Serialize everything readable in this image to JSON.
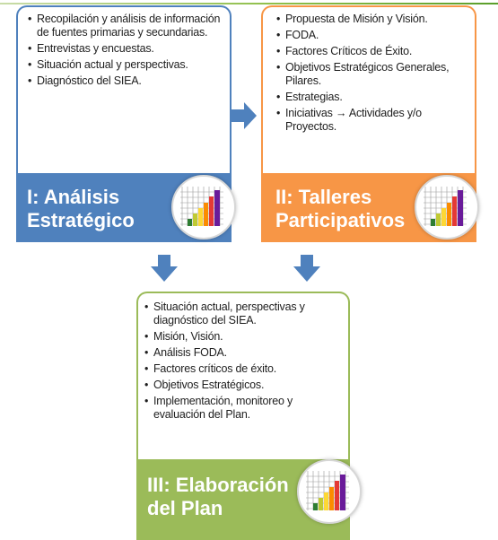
{
  "phases": [
    {
      "id": "phase-1",
      "title": "I: Análisis\nEstratégico",
      "color": "#4f81bd",
      "bullets": [
        "Recopilación y análisis de información de fuentes primarias y secundarias.",
        "Entrevistas y encuestas.",
        "Situación actual y perspectivas.",
        "Diagnóstico del SIEA."
      ]
    },
    {
      "id": "phase-2",
      "title": "II: Talleres\nParticipativos",
      "color": "#f79646",
      "bullets": [
        "Propuesta de Misión y Visión.",
        "FODA.",
        "Factores Críticos de Éxito.",
        "Objetivos Estratégicos Generales, Pilares.",
        "Estrategias.",
        "Iniciativas → Actividades y/o Proyectos."
      ]
    },
    {
      "id": "phase-3",
      "title": "III: Elaboración\ndel Plan",
      "color": "#9bbb59",
      "bullets": [
        "Situación actual, perspectivas y diagnóstico del SIEA.",
        "Misión, Visión.",
        "Análisis FODA.",
        "Factores críticos de éxito.",
        "Objetivos Estratégicos.",
        "Implementación, monitoreo y evaluación del Plan."
      ]
    }
  ],
  "icons": {
    "phase_icon": "bar-chart-growth-icon",
    "connector": "arrow-icon"
  },
  "colors": {
    "arrow": "#4f81bd",
    "rule": "#8fbf4a"
  }
}
